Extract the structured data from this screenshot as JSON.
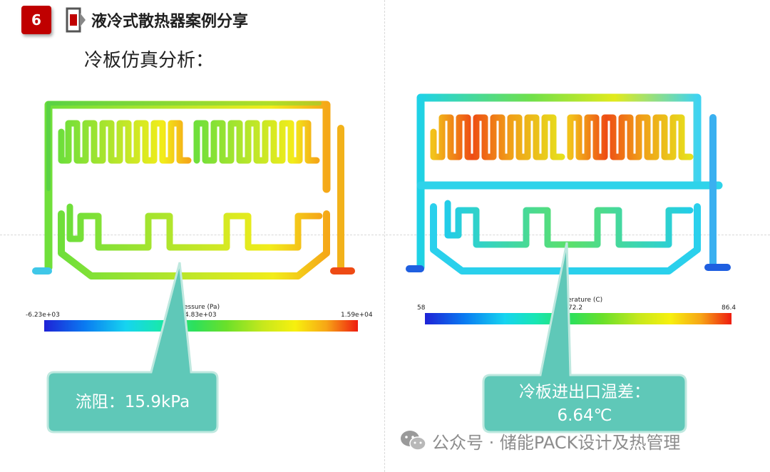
{
  "header": {
    "section_number": "6",
    "section_title": "液冷式散热器案例分享",
    "subtitle": "冷板仿真分析："
  },
  "left_panel": {
    "scale_min": "-6.23e+03",
    "scale_mid": "4.83e+03",
    "scale_max": "1.59e+04",
    "scale_title": "essure (Pa)",
    "callout": "流阻：15.9kPa"
  },
  "right_panel": {
    "scale_min": "58",
    "scale_mid": "72.2",
    "scale_max": "86.4",
    "scale_title": "erature (C)",
    "callout_line1": "冷板进出口温差：",
    "callout_line2": "6.64℃"
  },
  "watermark": {
    "text": "公众号 · 储能PACK设计及热管理"
  },
  "colors": {
    "badge": "#c00000",
    "callout_fill": "#5fc8b8",
    "callout_stroke": "#bfe8df"
  }
}
